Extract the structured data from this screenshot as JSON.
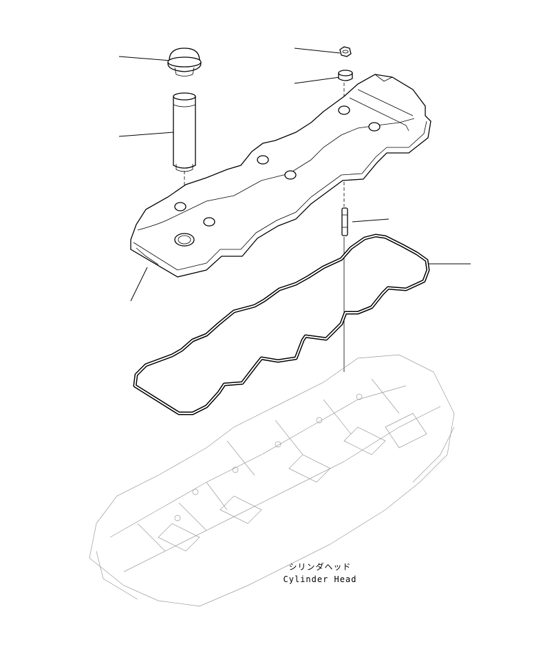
{
  "labels": {
    "cylinder_head_jp": "シリンダヘッド",
    "cylinder_head_en": "Cylinder Head"
  },
  "parts": [
    "filler-cap",
    "oil-filler-tube",
    "cap-nut",
    "grommet",
    "stud",
    "cylinder-head-cover",
    "cylinder-head-cover-gasket"
  ]
}
